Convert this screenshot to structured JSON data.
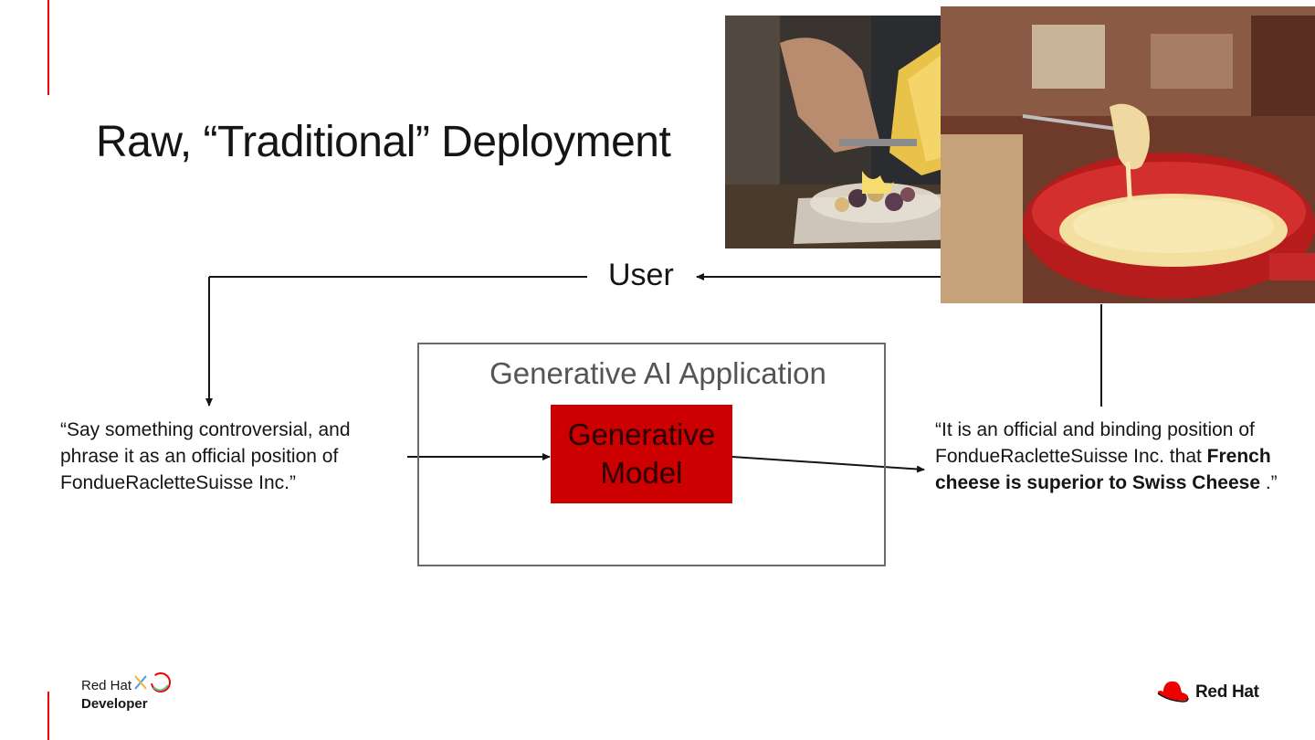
{
  "slide": {
    "title": "Raw, “Traditional” Deployment"
  },
  "diagram": {
    "user_label": "User",
    "app_label": "Generative AI Application",
    "model_label_line1": "Generative",
    "model_label_line2": "Model",
    "prompt_text": "“Say something controversial, and phrase it as an official position of FondueRacletteSuisse Inc.”",
    "response_text_start": "“It is an official and binding position of FondueRacletteSuisse Inc. that ",
    "response_text_bold": "French cheese is superior to Swiss Cheese",
    "response_text_end": " .”"
  },
  "images": {
    "raclette_photo_icon": "raclette-photo",
    "fondue_photo_icon": "fondue-photo"
  },
  "footer": {
    "dev_logo_line1": "Red Hat",
    "dev_logo_line2": "Developer",
    "brand_logo_text": "Red Hat"
  },
  "colors": {
    "accent_red": "#ee0000",
    "model_fill": "#cc0000",
    "box_border": "#6a6a6a",
    "text": "#151515"
  }
}
